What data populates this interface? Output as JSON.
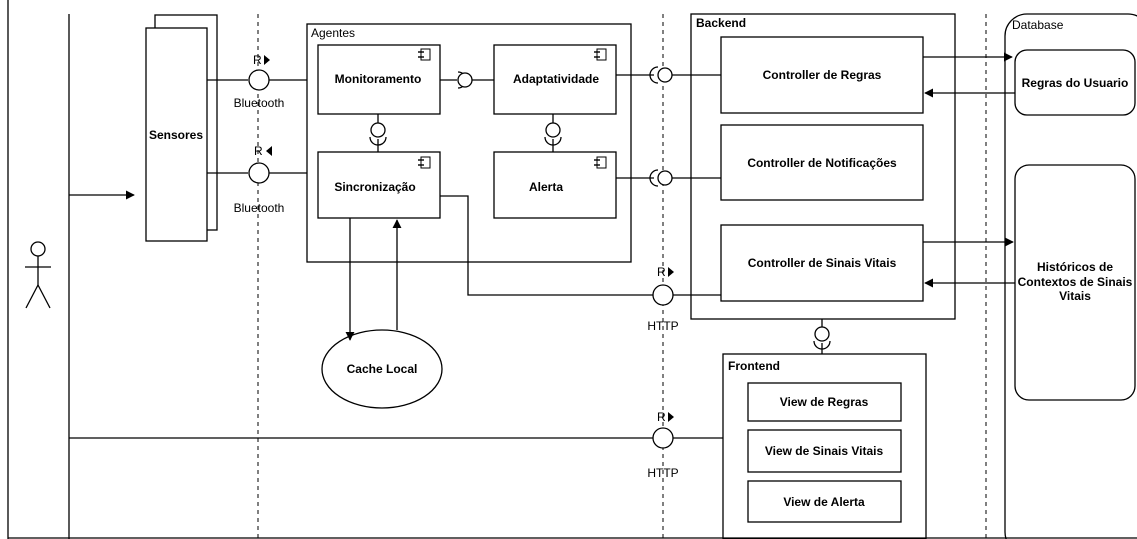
{
  "diagram": {
    "actor": {
      "name": ""
    },
    "sensors": {
      "label": "Sensores"
    },
    "interfaces": {
      "bluetooth_top": {
        "role": "R",
        "protocol": "Bluetooth"
      },
      "bluetooth_bottom": {
        "role": "R",
        "protocol": "Bluetooth"
      },
      "http_backend": {
        "role": "R",
        "protocol": "HTTP"
      },
      "http_frontend": {
        "role": "R",
        "protocol": "HTTP"
      }
    },
    "agents": {
      "title": "Agentes",
      "components": {
        "monitoramento": "Monitoramento",
        "adaptatividade": "Adaptatividade",
        "sincronizacao": "Sincronização",
        "alerta": "Alerta"
      }
    },
    "cache": {
      "label": "Cache Local"
    },
    "backend": {
      "title": "Backend",
      "controllers": {
        "regras": "Controller de Regras",
        "notificacoes": "Controller de Notificações",
        "sinais_vitais": "Controller de Sinais Vitais"
      }
    },
    "frontend": {
      "title": "Frontend",
      "views": {
        "regras": "View de Regras",
        "sinais_vitais": "View de Sinais Vitais",
        "alerta": "View de Alerta"
      }
    },
    "database": {
      "title": "Database",
      "regras_usuario": "Regras do Usuario",
      "historicos_line1": "Históricos de",
      "historicos_line2": "Contextos de Sinais",
      "historicos_line3": "Vitais"
    }
  }
}
